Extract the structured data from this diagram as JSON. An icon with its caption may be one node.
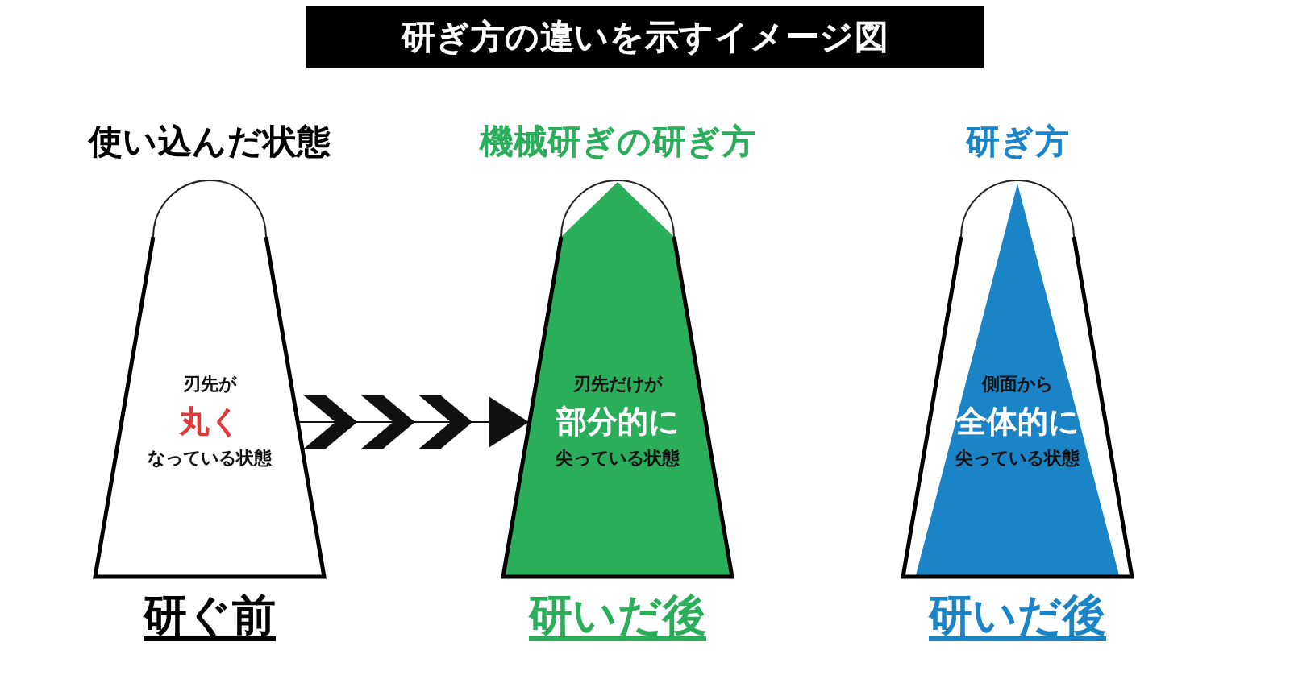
{
  "diagram": {
    "title": "研ぎ方の違いを示すイメージ図",
    "nodes": [
      {
        "text": [
          "使い込んだ状態",
          "刃先が",
          "丸く",
          "なっている状態"
        ],
        "beside": [
          "研ぐ前"
        ]
      },
      {
        "text": [
          "機械研ぎの研ぎ方",
          "刃先だけが",
          "部分的に",
          "尖っている状態"
        ],
        "beside": [
          "研いだ後"
        ]
      },
      {
        "text": [
          "研ぎ方",
          "側面から",
          "全体的に",
          "尖っている状態"
        ],
        "beside": [
          "研いだ後"
        ]
      }
    ],
    "edges": [
      {
        "from": 0,
        "to": 1,
        "arrow": "to"
      }
    ]
  }
}
